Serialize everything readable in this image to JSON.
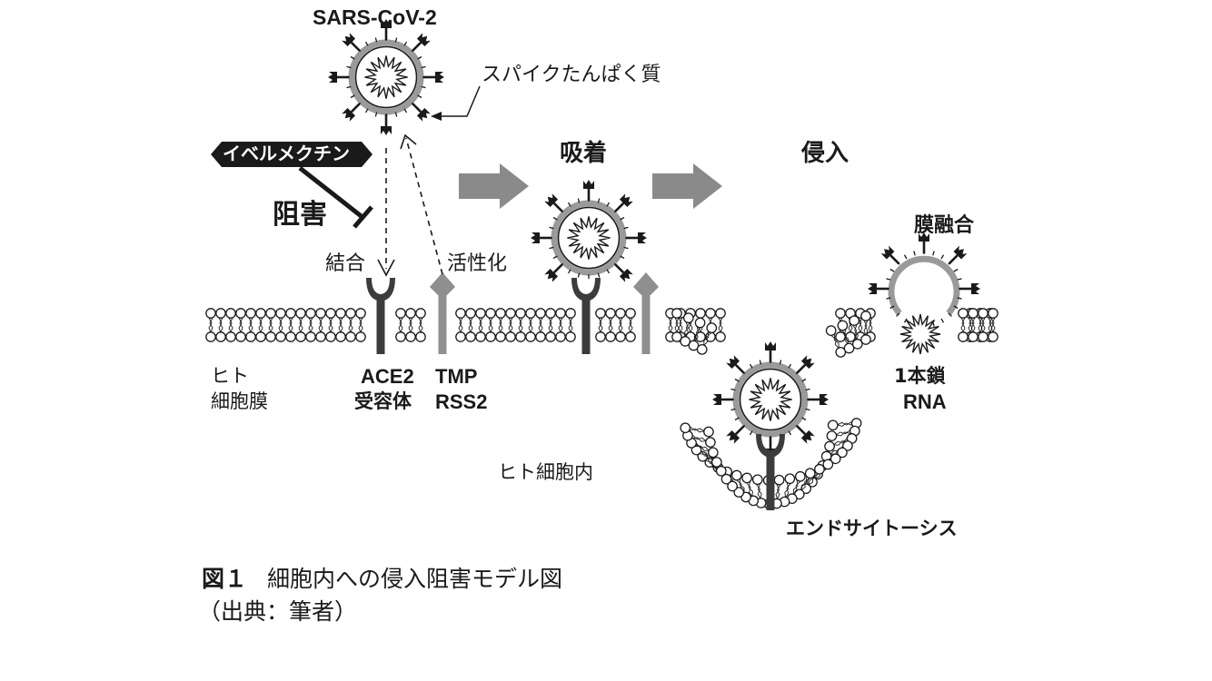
{
  "labels": {
    "virus": "SARS-CoV-2",
    "spike": "スパイクたんぱく質",
    "drug": "イベルメクチン",
    "inhibit": "阻害",
    "binding": "結合",
    "activation": "活性化",
    "adsorption": "吸着",
    "entry": "侵入",
    "fusion": "膜融合",
    "membrane_l1": "ヒト",
    "membrane_l2": "細胞膜",
    "ace2_l1": "ACE2",
    "ace2_l2": "受容体",
    "tmp_l1": "TMP",
    "tmp_l2": "RSS2",
    "rna_l1": "1本鎖",
    "rna_l2": "RNA",
    "intracellular": "ヒト細胞内",
    "endocytosis": "エンドサイトーシス"
  },
  "caption": {
    "figure_no": "図１",
    "title": "細胞内への侵入阻害モデル図",
    "source": "（出典：筆者）"
  },
  "colors": {
    "ink": "#1a1a1a",
    "receptor": "#3c3c3c",
    "protease": "#8f8f8f",
    "arrow": "#8a8a8a",
    "envelope": "#9a9a9a"
  }
}
